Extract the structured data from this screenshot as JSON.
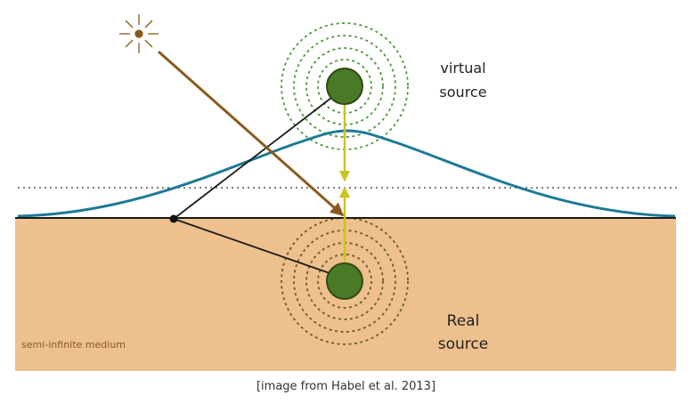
{
  "labels": {
    "virtual_line1": "virtual",
    "virtual_line2": "source",
    "real_line1": "Real",
    "real_line2": "source",
    "medium": "semi-infinite medium"
  },
  "caption": "[image from Habel et al. 2013]",
  "colors": {
    "medium": "#EDC08D",
    "source": "#4B7A27",
    "source_outline": "#2F4A16",
    "virtual_rings": "#4B9A3A",
    "real_rings": "#6A5A2A",
    "profile_curve": "#1C7A96",
    "light_ray": "#8A5A1C",
    "dipole_axis": "#C8C424",
    "surface": "#1a1a1a",
    "medium_text": "#8A5A1C"
  },
  "icons": {
    "light": "sun-icon"
  }
}
